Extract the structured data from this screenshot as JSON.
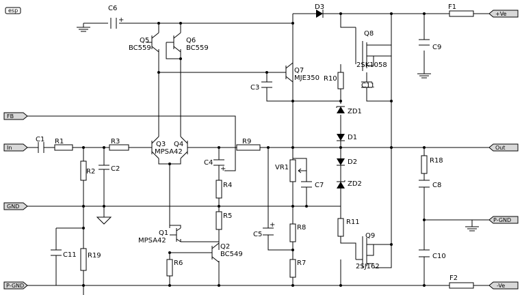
{
  "logo": "esp",
  "ports": {
    "fb": "FB",
    "in": "In",
    "gnd": "GND",
    "pgnd_left": "P-GND",
    "plus_ve": "+Ve",
    "out": "Out",
    "pgnd_right": "P-GND",
    "minus_ve": "-Ve"
  },
  "labels": {
    "c6": "C6",
    "plus": "+",
    "d3": "D3",
    "f1": "F1",
    "q8": "Q8",
    "q5": "Q5",
    "q5_type": "BC559",
    "q6": "Q6",
    "q6_type": "BC559",
    "c9": "C9",
    "q7": "Q7",
    "q7_type": "MJE350",
    "r10": "R10",
    "q8_type": "2SK1058",
    "c3": "C3",
    "c11_top": "C11",
    "zd1": "ZD1",
    "c1": "C1",
    "r1": "R1",
    "r3": "R3",
    "q3": "Q3",
    "q4": "Q4",
    "q34_type": "MPSA42",
    "r9": "R9",
    "d1": "D1",
    "c4": "C4",
    "r2": "R2",
    "c2": "C2",
    "r18": "R18",
    "vr1": "VR1",
    "d2": "D2",
    "r4": "R4",
    "c7": "C7",
    "zd2": "ZD2",
    "c8": "C8",
    "r5": "R5",
    "r11": "R11",
    "r8": "R8",
    "c5": "C5",
    "q1": "Q1",
    "q1_type": "MPSA42",
    "q9": "Q9",
    "q2": "Q2",
    "q2_type": "BC549",
    "c11_bot": "C11",
    "r19": "R19",
    "r6": "R6",
    "r7": "R7",
    "q9_type": "2SJ162",
    "c10": "C10",
    "f2": "F2"
  }
}
